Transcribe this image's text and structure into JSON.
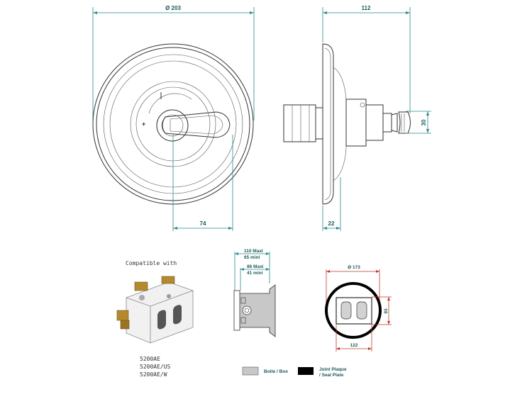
{
  "front_view": {
    "diameter_label": "Ø 203",
    "offset_label": "74",
    "plus_mark": "+",
    "minus_mark": "—"
  },
  "side_view": {
    "depth_label": "112",
    "plate_label": "22",
    "height_label": "30"
  },
  "compatible": {
    "title": "Compatible with",
    "models": [
      "5200AE",
      "5200AE/US",
      "5200AE/W"
    ]
  },
  "box_section": {
    "dim1_label": "110  Maxi",
    "dim1_sub": "65 mini",
    "dim2_label": "86  Maxi",
    "dim2_sub": "41 mini"
  },
  "seal_view": {
    "diameter_label": "Ø 173",
    "width_label": "122",
    "height_label": "93"
  },
  "legend": {
    "box_label": "Boite / Box",
    "seal_label_1": "Joint Plaque",
    "seal_label_2": "/ Seal Plate",
    "box_color": "#c8c8c8",
    "seal_color": "#000000"
  }
}
